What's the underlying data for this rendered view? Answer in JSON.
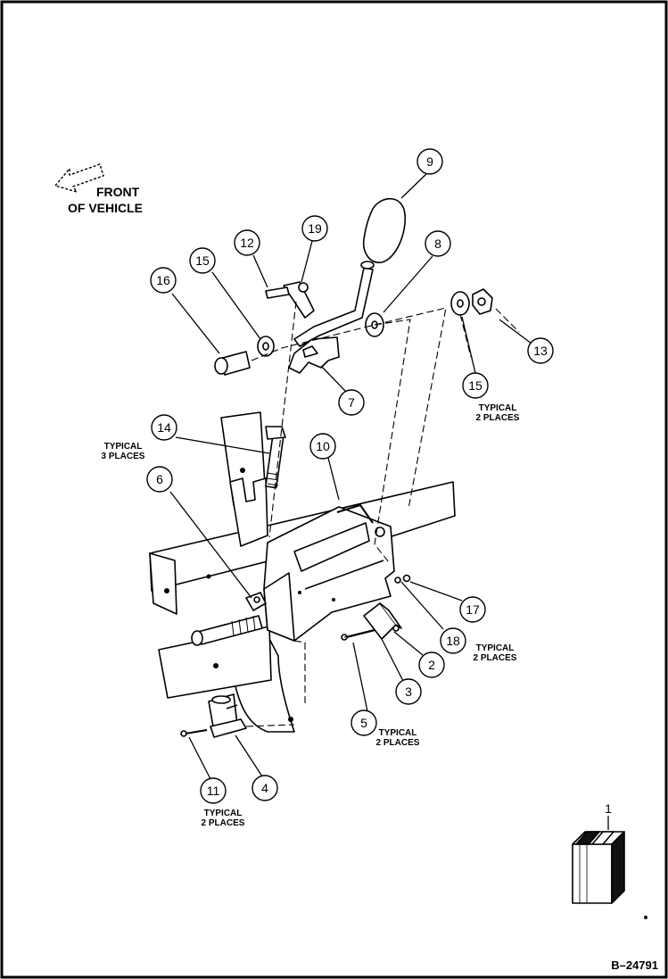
{
  "diagram": {
    "front_label_line1": "FRONT",
    "front_label_line2": "OF VEHICLE",
    "drawing_number": "B–24791",
    "callouts": [
      {
        "id": "1"
      },
      {
        "id": "2"
      },
      {
        "id": "3"
      },
      {
        "id": "4"
      },
      {
        "id": "5"
      },
      {
        "id": "6"
      },
      {
        "id": "7"
      },
      {
        "id": "8"
      },
      {
        "id": "9"
      },
      {
        "id": "10"
      },
      {
        "id": "11"
      },
      {
        "id": "12"
      },
      {
        "id": "13"
      },
      {
        "id": "14"
      },
      {
        "id": "15"
      },
      {
        "id": "15"
      },
      {
        "id": "16"
      },
      {
        "id": "17"
      },
      {
        "id": "18"
      },
      {
        "id": "19"
      }
    ],
    "notes": {
      "n15": [
        "TYPICAL",
        "2 PLACES"
      ],
      "n14": [
        "TYPICAL",
        "3 PLACES"
      ],
      "n18": [
        "TYPICAL",
        "2 PLACES"
      ],
      "n5": [
        "TYPICAL",
        "2 PLACES"
      ],
      "n11": [
        "TYPICAL",
        "2 PLACES"
      ]
    }
  }
}
